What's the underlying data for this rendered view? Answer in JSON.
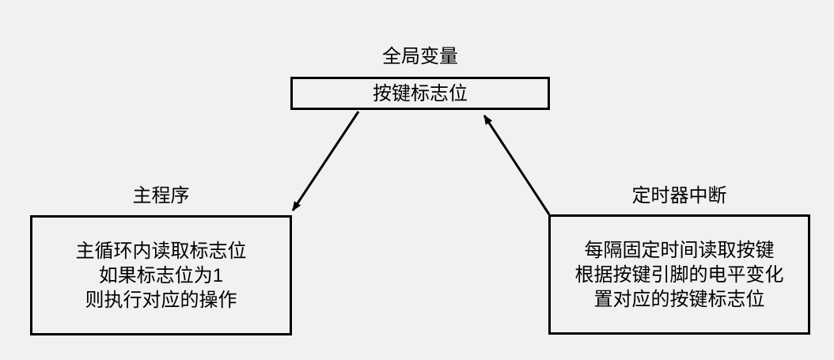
{
  "colors": {
    "background": "#f1f1f1",
    "box_fill": "#f1f1f1",
    "line": "#000000",
    "text": "#000000"
  },
  "diagram": {
    "global_variable": {
      "title": "全局变量",
      "box_text": "按键标志位"
    },
    "main_program": {
      "title": "主程序",
      "lines": [
        "主循环内读取标志位",
        "如果标志位为1",
        "则执行对应的操作"
      ]
    },
    "timer_interrupt": {
      "title": "定时器中断",
      "lines": [
        "每隔固定时间读取按键",
        "根据按键引脚的电平变化",
        "置对应的按键标志位"
      ]
    },
    "arrows": [
      {
        "name": "flag-to-main-program",
        "from": "global-variable-box",
        "to": "main-program-box"
      },
      {
        "name": "timer-to-flag",
        "from": "timer-interrupt-box",
        "to": "global-variable-box"
      }
    ]
  }
}
